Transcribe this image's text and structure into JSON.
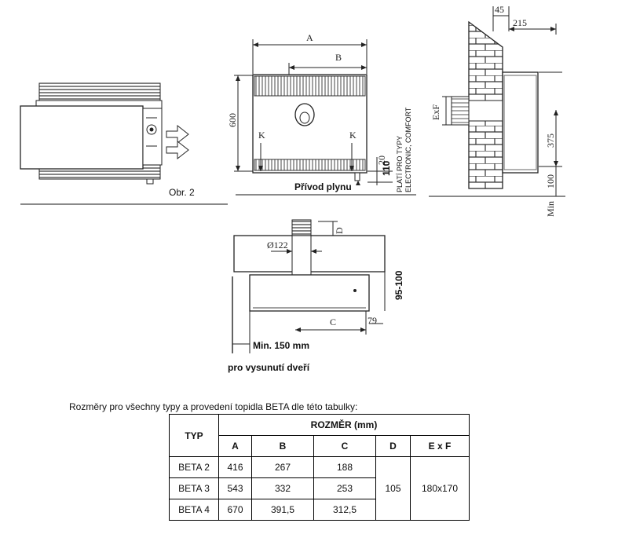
{
  "figure": {
    "obr_label": "Obr. 2",
    "dim_A": "A",
    "dim_B": "B",
    "dim_C": "C",
    "dim_D": "D",
    "dim_K_left": "K",
    "dim_K_right": "K",
    "dim_600": "600",
    "dim_20": "20",
    "dim_110": "110",
    "gas_inlet": "Přívod plynu",
    "note_line1": "PLATÍ PRO TYPY",
    "note_line2": "ELECTRONIC, COMFORT",
    "dim_45": "45",
    "dim_215": "215",
    "dim_ExF": "ExF",
    "dim_375": "375",
    "dim_100": "100",
    "dim_min": "Min",
    "dim_diameter": "Ø122",
    "dim_95_100": "95-100",
    "dim_79": "79",
    "min_150": "Min. 150 mm",
    "door_note": "pro vysunutí dveří"
  },
  "caption": "Rozměry pro všechny typy a provedení topidla BETA dle této tabulky:",
  "table": {
    "header_typ": "TYP",
    "header_rozmer": "ROZMĚR (mm)",
    "columns": [
      "A",
      "B",
      "C",
      "D",
      "E x F"
    ],
    "rows": [
      {
        "typ": "BETA 2",
        "A": "416",
        "B": "267",
        "C": "188"
      },
      {
        "typ": "BETA 3",
        "A": "543",
        "B": "332",
        "C": "253"
      },
      {
        "typ": "BETA 4",
        "A": "670",
        "B": "391,5",
        "C": "312,5"
      }
    ],
    "shared_D": "105",
    "shared_ExF": "180x170"
  }
}
